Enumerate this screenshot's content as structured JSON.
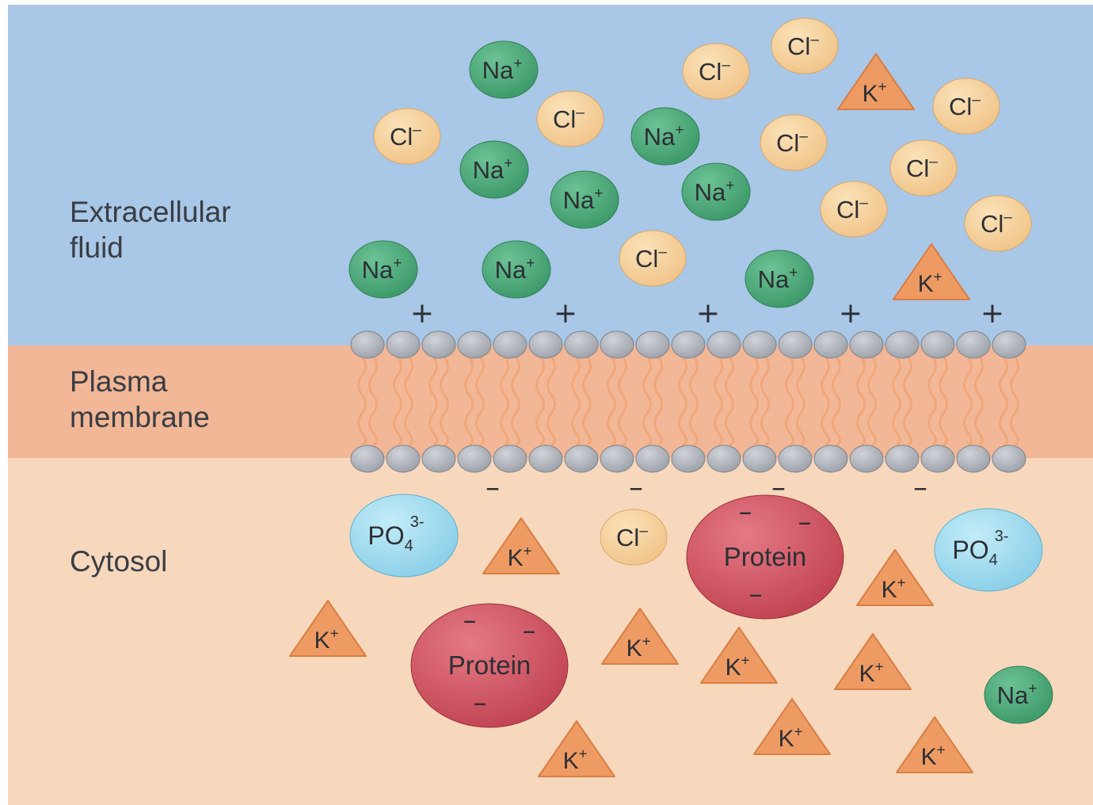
{
  "labels": {
    "extracellular": "Extracellular\nfluid",
    "membrane": "Plasma\nmembrane",
    "cytosol": "Cytosol"
  },
  "text": {
    "na": "Na",
    "cl": "Cl",
    "k": "K",
    "po4": "PO",
    "po4_sub": "4",
    "po4_sup": "3-",
    "protein": "Protein",
    "plus": "+",
    "minus": "–"
  },
  "colors": {
    "extracellular_fluid": "#a9c7e6",
    "membrane_band": "#f2b796",
    "cytosol": "#f7d8bd",
    "phospholipid_head": "#9ea2aa",
    "lipid_tail": "#f0a77a",
    "na_ion": "#3e9a6a",
    "cl_ion": "#f1c58b",
    "k_ion": "#ee9b63",
    "phosphate": "#8cd0e8",
    "protein": "#c24553"
  },
  "ions": {
    "extracellular": [
      {
        "type": "na"
      },
      {
        "type": "cl"
      },
      {
        "type": "cl"
      },
      {
        "type": "k"
      },
      {
        "type": "cl"
      },
      {
        "type": "cl"
      },
      {
        "type": "cl"
      },
      {
        "type": "na"
      },
      {
        "type": "cl"
      },
      {
        "type": "cl"
      },
      {
        "type": "na"
      },
      {
        "type": "na"
      },
      {
        "type": "na"
      },
      {
        "type": "cl"
      },
      {
        "type": "cl"
      },
      {
        "type": "na"
      },
      {
        "type": "na"
      },
      {
        "type": "cl"
      },
      {
        "type": "na"
      },
      {
        "type": "k"
      }
    ],
    "cytosol": [
      {
        "type": "po4"
      },
      {
        "type": "k"
      },
      {
        "type": "cl"
      },
      {
        "type": "protein"
      },
      {
        "type": "po4"
      },
      {
        "type": "k"
      },
      {
        "type": "k"
      },
      {
        "type": "protein"
      },
      {
        "type": "k"
      },
      {
        "type": "k"
      },
      {
        "type": "k"
      },
      {
        "type": "na"
      },
      {
        "type": "k"
      },
      {
        "type": "k"
      },
      {
        "type": "k"
      }
    ]
  },
  "charges": {
    "outer_plus_count": 5,
    "inner_minus_count": 4
  }
}
